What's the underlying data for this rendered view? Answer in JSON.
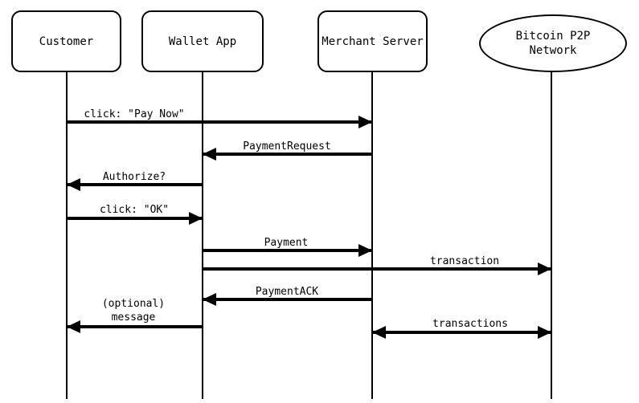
{
  "participants": [
    {
      "name": "Customer",
      "shape": "rounded-rect"
    },
    {
      "name": "Wallet App",
      "shape": "rounded-rect"
    },
    {
      "name": "Merchant Server",
      "shape": "rounded-rect"
    },
    {
      "name": "Bitcoin P2P Network",
      "shape": "ellipse",
      "display_lines": [
        "Bitcoin P2P",
        "Network"
      ]
    }
  ],
  "messages": [
    {
      "label": "click: \"Pay Now\"",
      "from": "Customer",
      "to": "Merchant Server",
      "arrow": "right"
    },
    {
      "label": "PaymentRequest",
      "from": "Merchant Server",
      "to": "Wallet App",
      "arrow": "left"
    },
    {
      "label": "Authorize?",
      "from": "Wallet App",
      "to": "Customer",
      "arrow": "left"
    },
    {
      "label": "click: \"OK\"",
      "from": "Customer",
      "to": "Wallet App",
      "arrow": "right"
    },
    {
      "label": "Payment",
      "from": "Wallet App",
      "to": "Merchant Server",
      "arrow": "right"
    },
    {
      "label": "transaction",
      "from": "Wallet App",
      "to": "Bitcoin P2P Network",
      "arrow": "right"
    },
    {
      "label": "PaymentACK",
      "from": "Merchant Server",
      "to": "Wallet App",
      "arrow": "left"
    },
    {
      "label": "(optional) message",
      "label_lines": [
        "(optional)",
        "message"
      ],
      "from": "Wallet App",
      "to": "Customer",
      "arrow": "left"
    },
    {
      "label": "transactions",
      "from": "Merchant Server",
      "to": "Bitcoin P2P Network",
      "arrow": "both"
    }
  ],
  "colors": {
    "line": "#000000",
    "background": "#ffffff"
  }
}
